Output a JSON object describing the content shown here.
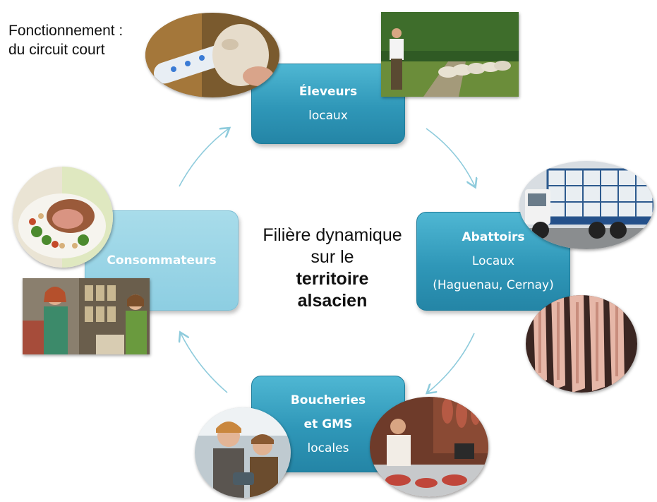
{
  "title": {
    "line1": "Fonctionnement :",
    "line2": "du circuit court"
  },
  "center": {
    "line1": "Filière dynamique",
    "line2": "sur le",
    "line3": "territoire",
    "line4": "alsacien"
  },
  "nodes": {
    "eleveurs": {
      "head": "Éleveurs",
      "sub": "locaux"
    },
    "abattoirs": {
      "head": "Abattoirs",
      "sub": "Locaux",
      "sub2": "(Haguenau, Cernay)"
    },
    "boucheries": {
      "head": "Boucheries",
      "head2": "et GMS",
      "sub": "locales"
    },
    "consommateurs": {
      "head": "Consommateurs"
    }
  },
  "colors": {
    "box_active": "#2f97b8",
    "box_faded": "#8dcee2",
    "arrow": "#8ecbdc"
  },
  "images": [
    "lamb-bottle-feeding-photo",
    "farmer-with-sheep-photo",
    "livestock-truck-photo",
    "meat-carcasses-photo",
    "butcher-counter-photo",
    "butchers-smiling-photo",
    "roast-dish-photo",
    "grocery-shoppers-photo"
  ]
}
